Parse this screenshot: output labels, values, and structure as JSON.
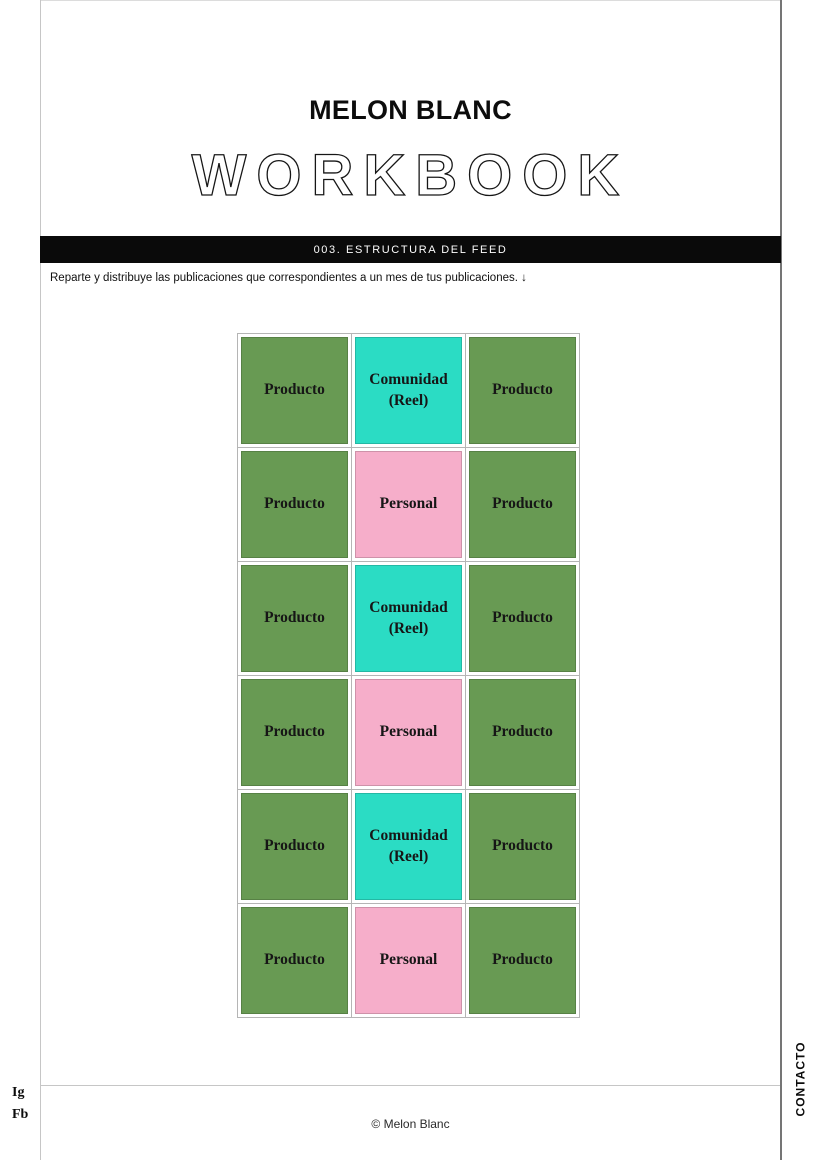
{
  "header": {
    "brand": "MELON BLANC",
    "workbook_title": "WORKBOOK"
  },
  "section": {
    "label": "003. ESTRUCTURA DEL FEED"
  },
  "instruction": "Reparte y distribuye las publicaciones que correspondientes a un mes de tus publicaciones. ↓",
  "grid": {
    "rows": [
      [
        {
          "label": "Producto",
          "type": "producto"
        },
        {
          "label": "Comunidad (Reel)",
          "type": "comunidad"
        },
        {
          "label": "Producto",
          "type": "producto"
        }
      ],
      [
        {
          "label": "Producto",
          "type": "producto"
        },
        {
          "label": "Personal",
          "type": "personal"
        },
        {
          "label": "Producto",
          "type": "producto"
        }
      ],
      [
        {
          "label": "Producto",
          "type": "producto"
        },
        {
          "label": "Comunidad (Reel)",
          "type": "comunidad"
        },
        {
          "label": "Producto",
          "type": "producto"
        }
      ],
      [
        {
          "label": "Producto",
          "type": "producto"
        },
        {
          "label": "Personal",
          "type": "personal"
        },
        {
          "label": "Producto",
          "type": "producto"
        }
      ],
      [
        {
          "label": "Producto",
          "type": "producto"
        },
        {
          "label": "Comunidad (Reel)",
          "type": "comunidad"
        },
        {
          "label": "Producto",
          "type": "producto"
        }
      ],
      [
        {
          "label": "Producto",
          "type": "producto"
        },
        {
          "label": "Personal",
          "type": "personal"
        },
        {
          "label": "Producto",
          "type": "producto"
        }
      ]
    ]
  },
  "colors": {
    "cells": {
      "producto": "#689A53",
      "comunidad": "#2BDCC4",
      "personal": "#F6AECA"
    },
    "bar_bg": "#0A0A0A",
    "bar_text": "#FDFDFD"
  },
  "footer": {
    "copyright": "© Melon Blanc",
    "social": [
      {
        "label": "Ig"
      },
      {
        "label": "Fb"
      }
    ],
    "contact_label": "CONTACTO"
  }
}
